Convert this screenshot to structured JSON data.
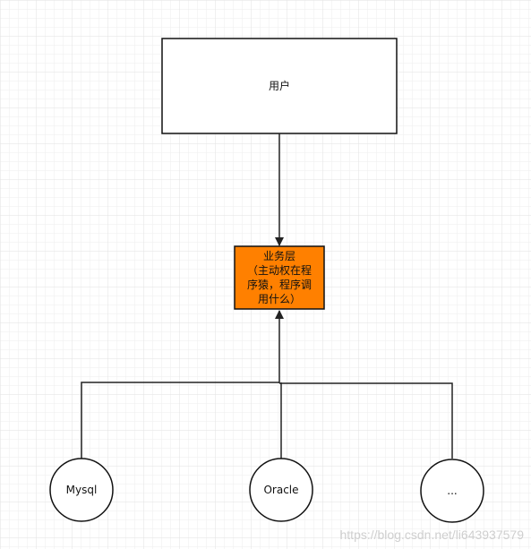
{
  "diagram": {
    "user_box": {
      "label": "用户"
    },
    "business_box": {
      "line1": "业务层",
      "line2": "（主动权在程",
      "line3": "序猿，程序调",
      "line4": "用什么）",
      "fill": "#ff8000"
    },
    "db_nodes": [
      {
        "label": "Mysql"
      },
      {
        "label": "Oracle"
      },
      {
        "label": "..."
      }
    ],
    "watermark": "https://blog.csdn.net/li643937579"
  }
}
